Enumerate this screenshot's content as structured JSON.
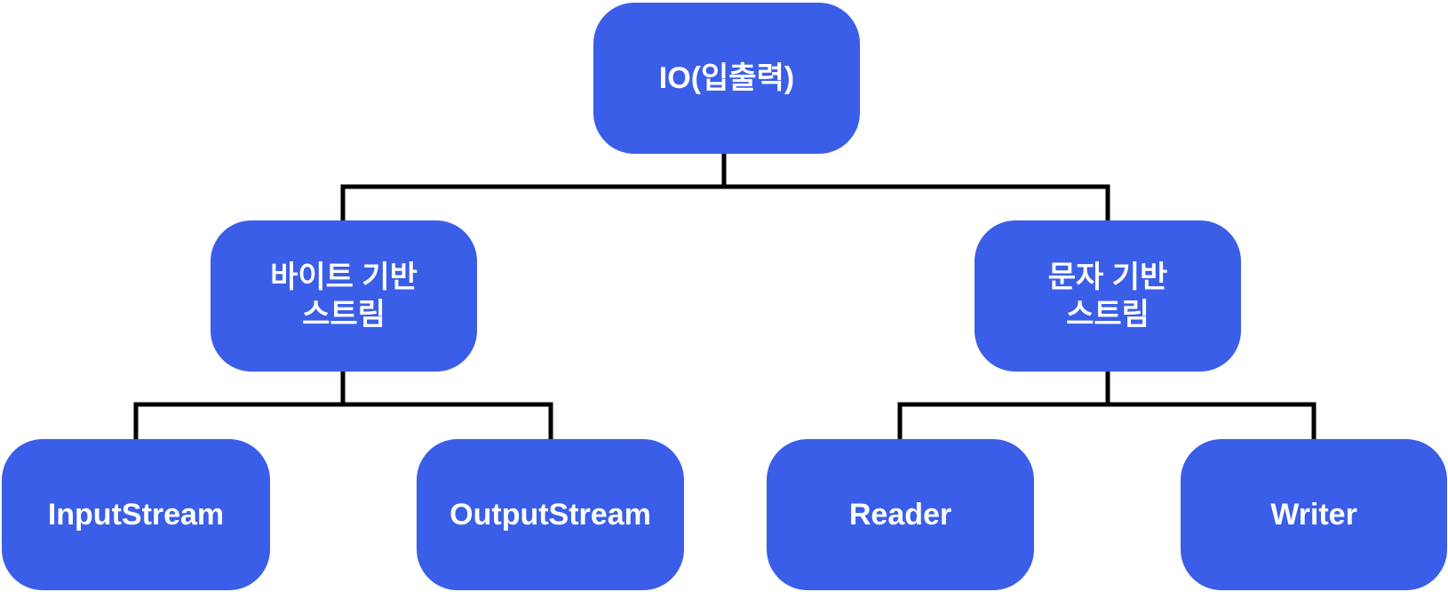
{
  "colors": {
    "node_fill": "#3a5ee8",
    "node_text": "#ffffff",
    "connector": "#000000",
    "background": "#ffffff"
  },
  "nodes": {
    "root": {
      "label": "IO(입출력)"
    },
    "byte_stream": {
      "label": "바이트 기반\n스트림"
    },
    "char_stream": {
      "label": "문자 기반\n스트림"
    },
    "input_stream": {
      "label": "InputStream"
    },
    "output_stream": {
      "label": "OutputStream"
    },
    "reader": {
      "label": "Reader"
    },
    "writer": {
      "label": "Writer"
    }
  },
  "edges": [
    {
      "from": "root",
      "to": "byte_stream"
    },
    {
      "from": "root",
      "to": "char_stream"
    },
    {
      "from": "byte_stream",
      "to": "input_stream"
    },
    {
      "from": "byte_stream",
      "to": "output_stream"
    },
    {
      "from": "char_stream",
      "to": "reader"
    },
    {
      "from": "char_stream",
      "to": "writer"
    }
  ]
}
